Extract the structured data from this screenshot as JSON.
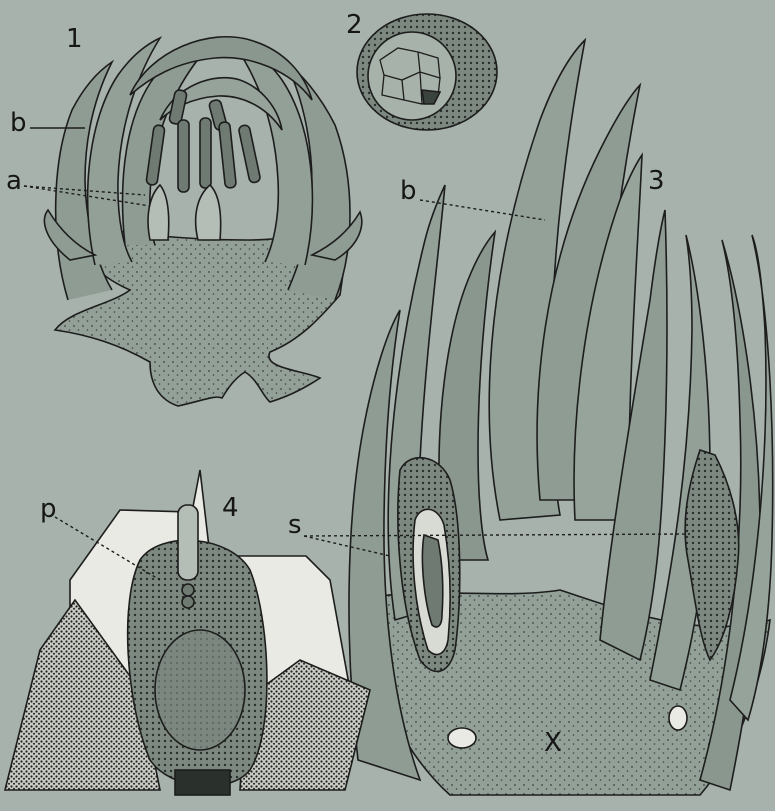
{
  "figure_numbers": {
    "fig1": "1",
    "fig2": "2",
    "fig3": "3",
    "fig4": "4"
  },
  "labels": {
    "fig1_b": "b",
    "fig1_a": "a",
    "fig3_b": "b",
    "fig3_s": "s",
    "fig3_x": "X",
    "fig4_p": "p"
  },
  "colors": {
    "plate_background": "#a6b2ab",
    "tissue_fill": "#8f9c94",
    "tissue_dark": "#6e7a72",
    "ink": "#1d1d1d",
    "paper_white": "#e9eae4"
  }
}
